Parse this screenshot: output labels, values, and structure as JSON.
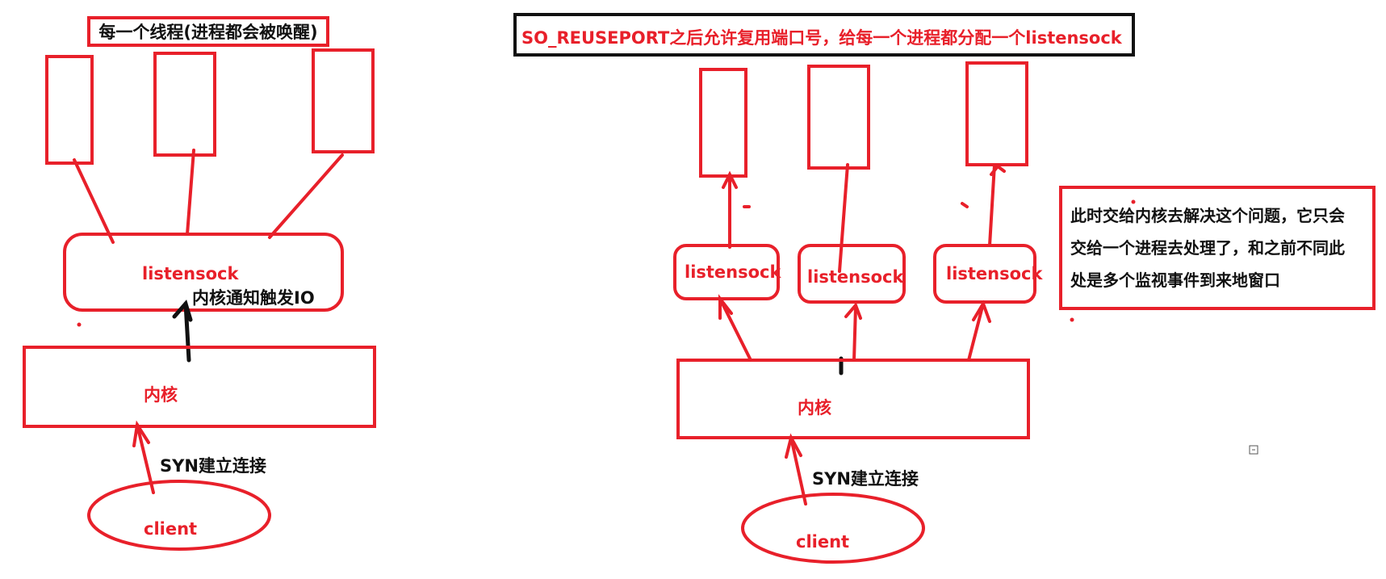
{
  "left": {
    "title": "每一个线程(进程都会被唤醒)",
    "listen_label": "listensock",
    "notify_label": "内核通知触发IO",
    "kernel_label": "内核",
    "syn_label": "SYN建立连接",
    "client_label": "client"
  },
  "right": {
    "title": "SO_REUSEPORT之后允许复用端口号，给每一个进程都分配一个listensock",
    "listen_labels": [
      "listensock",
      "listensock",
      "listensock"
    ],
    "kernel_label": "内核",
    "syn_label": "SYN建立连接",
    "client_label": "client",
    "note_lines": [
      "此时交给内核去解决这个问题，它只会",
      "交给一个进程去处理了，和之前不同此",
      "处是多个监视事件到来地窗口"
    ]
  },
  "colors": {
    "accent": "#e8202a",
    "ink": "#111111"
  }
}
